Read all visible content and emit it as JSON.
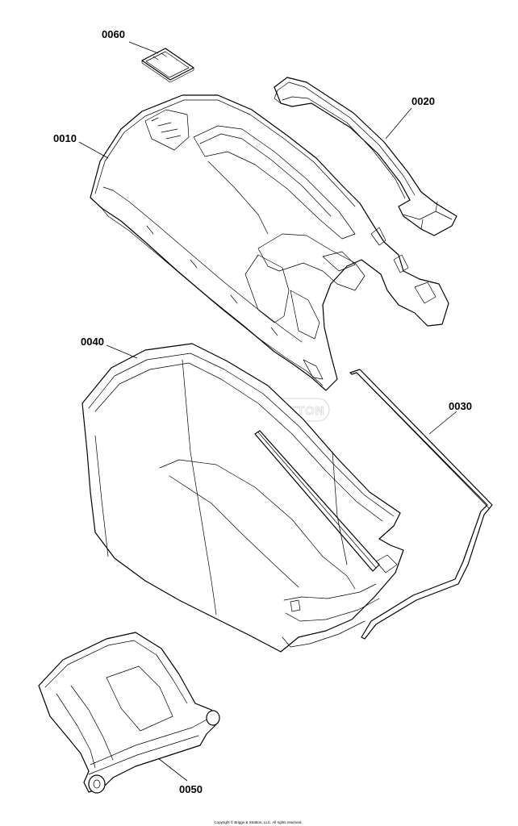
{
  "callouts": [
    {
      "id": "0060",
      "label": "0060"
    },
    {
      "id": "0020",
      "label": "0020"
    },
    {
      "id": "0010",
      "label": "0010"
    },
    {
      "id": "0040",
      "label": "0040"
    },
    {
      "id": "0030",
      "label": "0030"
    },
    {
      "id": "0050",
      "label": "0050"
    }
  ],
  "watermark": "BRIGGS&STRATTON",
  "copyright": "Copyright © Briggs & Stratton, LLC. All rights reserved."
}
